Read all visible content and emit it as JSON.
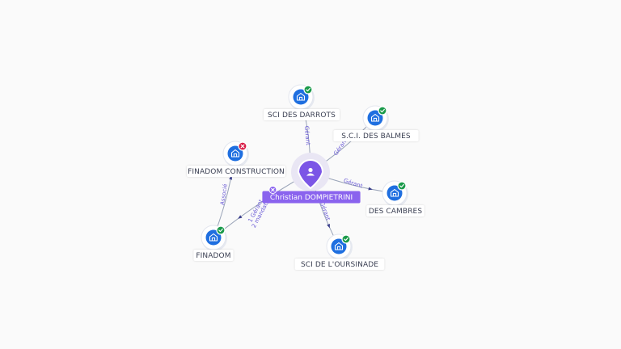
{
  "center": {
    "label": "Christian DOMPIETRINI",
    "icon": "person-icon"
  },
  "nodes": [
    {
      "id": "sci-des-darrots",
      "label": "SCI DES DARROTS",
      "status": "active",
      "icon": "building-icon"
    },
    {
      "id": "sci-des-balmes",
      "label": "S.C.I. DES BALMES",
      "status": "active",
      "icon": "building-icon"
    },
    {
      "id": "finadom-construction",
      "label": "FINADOM CONSTRUCTION",
      "status": "inactive",
      "icon": "building-icon"
    },
    {
      "id": "des-cambres",
      "label": "DES CAMBRES",
      "status": "active",
      "icon": "building-icon"
    },
    {
      "id": "finadom",
      "label": "FINADOM",
      "status": "active",
      "icon": "building-icon"
    },
    {
      "id": "sci-de-loursinade",
      "label": "SCI DE L'OURSINADE",
      "status": "active",
      "icon": "building-icon"
    }
  ],
  "edges": [
    {
      "from": "center",
      "to": "sci-des-darrots",
      "label": "Gérant"
    },
    {
      "from": "center",
      "to": "sci-des-balmes",
      "label": "Gérant"
    },
    {
      "from": "center",
      "to": "des-cambres",
      "label": "Gérant"
    },
    {
      "from": "center",
      "to": "sci-de-loursinade",
      "label": "Gérant"
    },
    {
      "from": "center",
      "to": "finadom",
      "label": "1 Gérant",
      "label2": "2 mandats"
    },
    {
      "from": "finadom",
      "to": "finadom-construction",
      "label": "Associé"
    }
  ],
  "colors": {
    "company": "#1f6fe0",
    "active_badge": "#1a9a4a",
    "inactive_badge": "#d81b45",
    "person": "#7b55e6",
    "edge_label": "#6b5cd6"
  }
}
